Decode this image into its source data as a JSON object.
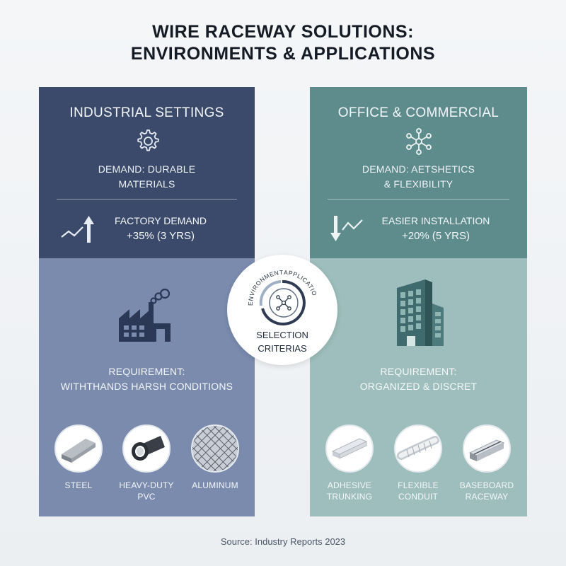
{
  "title": {
    "line1": "WIRE RACEWAY SOLUTIONS:",
    "line2": "ENVIRONMENTS & APPLICATIONS"
  },
  "industrial": {
    "heading": "INDUSTRIAL SETTINGS",
    "icon": "gear-icon",
    "demand_line1": "DEMAND: DURABLE",
    "demand_line2": "MATERIALS",
    "stat_line1": "FACTORY DEMAND",
    "stat_line2": "+35% (3 YRS)",
    "trend_icon": "trend-up-icon",
    "requirement_line1": "REQUIREMENT:",
    "requirement_line2": "WITHTHANDS HARSH CONDITIONS",
    "materials": [
      {
        "label": "STEEL",
        "icon": "steel-bar-icon"
      },
      {
        "label": "HEAVY-DUTY PVC",
        "icon": "pvc-pipe-icon"
      },
      {
        "label": "ALUMINUM",
        "icon": "aluminum-mesh-icon"
      }
    ],
    "colors": {
      "top": "#3b4a6b",
      "bottom": "#7a8bae"
    }
  },
  "office": {
    "heading": "OFFICE & COMMERCIAL",
    "icon": "network-icon",
    "demand_line1": "DEMAND: AETSHETICS",
    "demand_line2": "& FLEXIBILITY",
    "stat_line1": "EASIER INSTALLATION",
    "stat_line2": "+20% (5 YRS)",
    "trend_icon": "trend-down-icon",
    "requirement_line1": "REQUIREMENT:",
    "requirement_line2": "ORGANIZED & DISCRET",
    "materials": [
      {
        "label_line1": "ADHESIVE",
        "label_line2": "TRUNKING",
        "icon": "adhesive-trunking-icon"
      },
      {
        "label_line1": "FLEXIBLE",
        "label_line2": "CONDUIT",
        "icon": "flexible-conduit-icon"
      },
      {
        "label_line1": "BASEBOARD",
        "label_line2": "RACEWAY",
        "icon": "baseboard-raceway-icon"
      }
    ],
    "colors": {
      "top": "#5e8c8c",
      "bottom": "#9dbebc"
    }
  },
  "center": {
    "arc_left": "ENVIRONMENT",
    "arc_right": "APPLICATION",
    "label_line1": "SELECTION",
    "label_line2": "CRITERIAS",
    "icon": "selection-network-icon"
  },
  "source": "Source: Industry Reports 2023"
}
